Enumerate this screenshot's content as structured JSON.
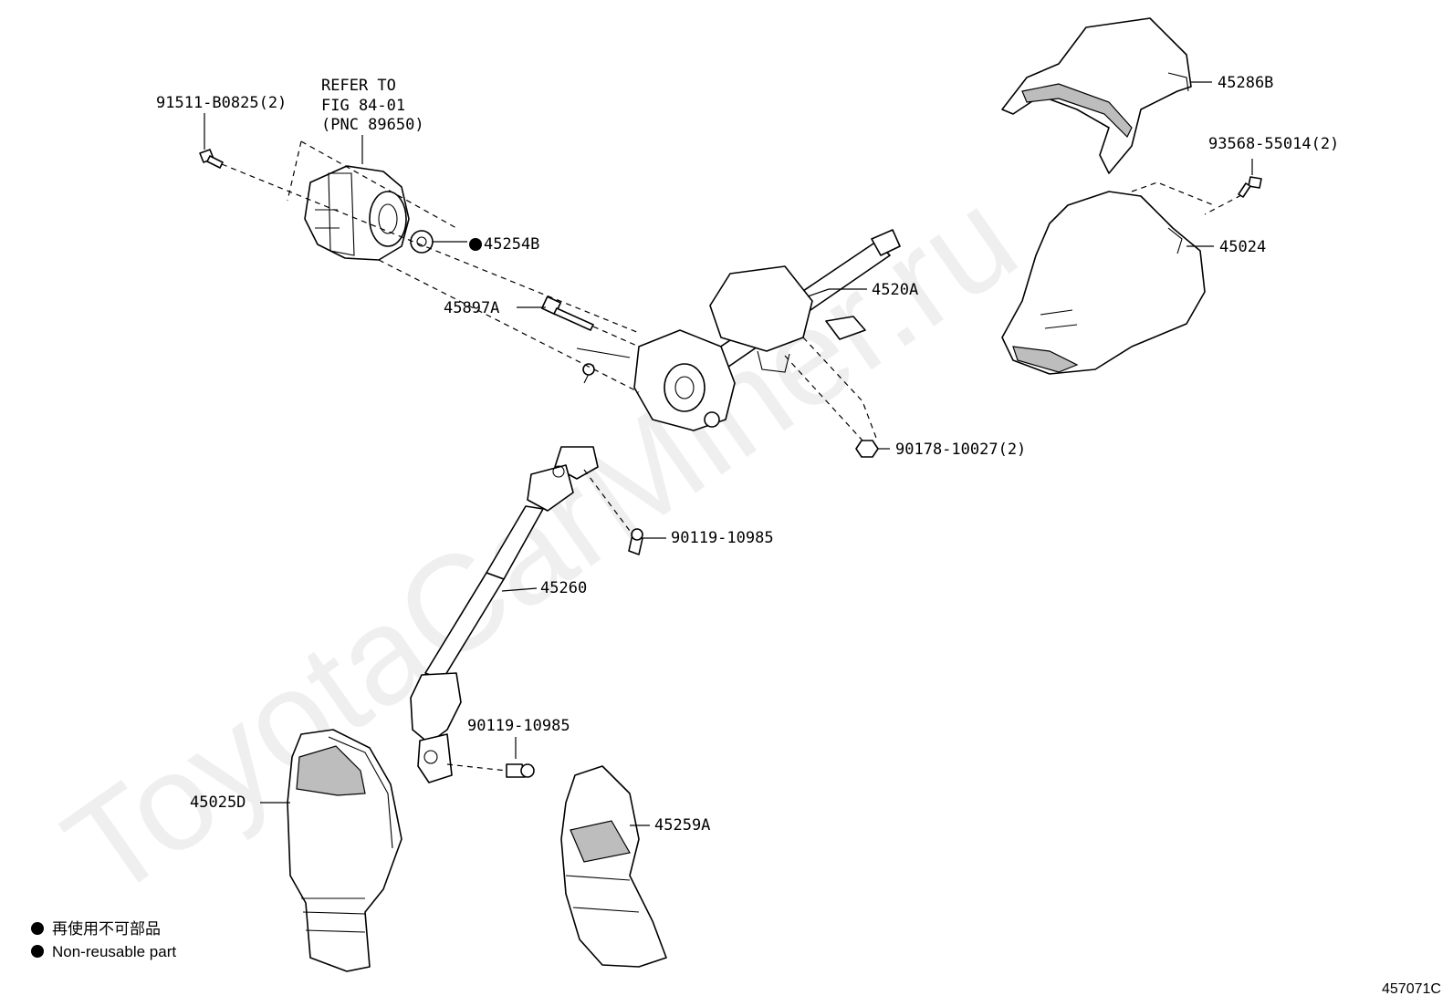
{
  "watermark": "ToyotaCarMiner.ru",
  "figure_id": "457071C",
  "refer_note": {
    "line1": "REFER TO",
    "line2": "FIG 84-01",
    "line3": "(PNC 89650)"
  },
  "labels": {
    "bolt_91511": "91511-B0825(2)",
    "p45254B": "45254B",
    "p45897A": "45897A",
    "p4520A": "4520A",
    "nut_90178": "90178-10027(2)",
    "bolt_90119_upper": "90119-10985",
    "p45260": "45260",
    "bolt_90119_lower": "90119-10985",
    "p45025D": "45025D",
    "p45259A": "45259A",
    "p45286B": "45286B",
    "screw_93568": "93568-55014(2)",
    "p45024": "45024"
  },
  "legend": {
    "jp": "再使用不可部品",
    "en": "Non-reusable part"
  }
}
